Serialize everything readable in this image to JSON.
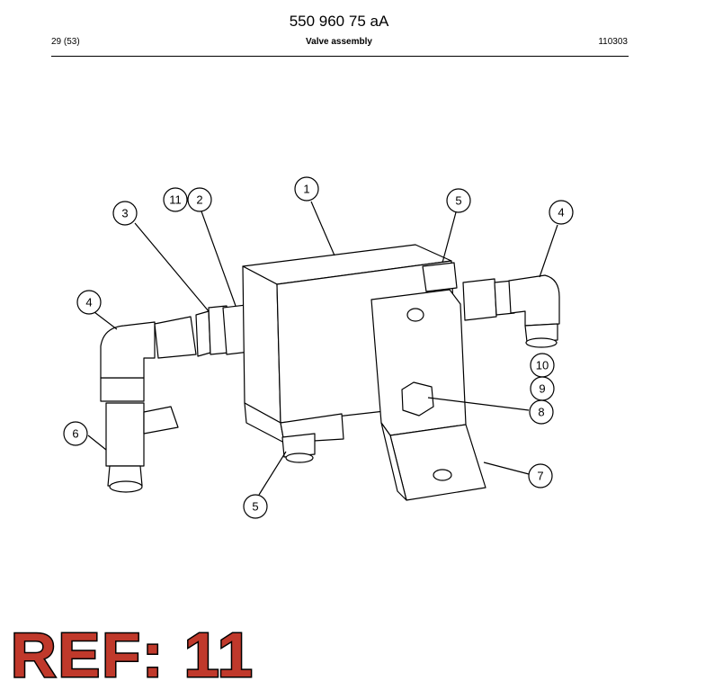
{
  "header": {
    "doc_number": "550 960 75 aA",
    "page": "29 (53)",
    "title": "Valve assembly",
    "date_code": "110303"
  },
  "callouts": [
    {
      "label": "1"
    },
    {
      "label": "11"
    },
    {
      "label": "2"
    },
    {
      "label": "3"
    },
    {
      "label": "5"
    },
    {
      "label": "4"
    },
    {
      "label": "4"
    },
    {
      "label": "10"
    },
    {
      "label": "9"
    },
    {
      "label": "8"
    },
    {
      "label": "6"
    },
    {
      "label": "7"
    },
    {
      "label": "5"
    }
  ],
  "stamp": {
    "text": "REF: 11",
    "color": "#c0392b"
  }
}
